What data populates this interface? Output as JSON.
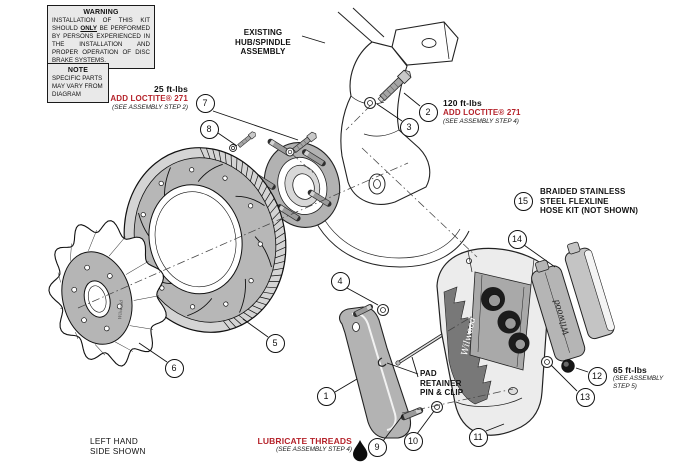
{
  "colors": {
    "accent_red": "#b5232b",
    "line": "#1a1a1a",
    "part_gray": "#b5b5b5",
    "box_bg": "#e9e9e9"
  },
  "brand": "Wilwood",
  "warning_box": {
    "title": "WARNING",
    "body_pre": "INSTALLATION OF THIS KIT SHOULD ",
    "body_bold": "ONLY",
    "body_post": " BE PERFORMED BY PERSONS EXPERIENCED IN THE INSTALLATION AND PROPER OPERATION OF DISC BRAKE SYSTEMS."
  },
  "note_box": {
    "title": "NOTE",
    "body": "SPECIFIC PARTS MAY VARY FROM DIAGRAM"
  },
  "labels": {
    "hub_spindle": {
      "line1": "EXISTING",
      "line2": "HUB/SPINDLE",
      "line3": "ASSEMBLY"
    },
    "torque_25": {
      "torque": "25 ft-lbs",
      "loctite": "ADD LOCTITE® 271",
      "step": "(SEE ASSEMBLY STEP 2)"
    },
    "torque_120": {
      "torque": "120 ft-lbs",
      "loctite": "ADD LOCTITE® 271",
      "step": "(SEE ASSEMBLY STEP 4)"
    },
    "torque_65": {
      "torque": "65 ft-lbs",
      "step": "(SEE ASSEMBLY STEP 5)"
    },
    "hose_kit": {
      "line1": "BRAIDED STAINLESS",
      "line2": "STEEL FLEXLINE",
      "line3": "HOSE KIT (NOT SHOWN)"
    },
    "pad_retainer": {
      "line1": "PAD",
      "line2": "RETAINER",
      "line3": "PIN & CLIP"
    },
    "lubricate": {
      "text": "LUBRICATE THREADS",
      "step": "(SEE ASSEMBLY STEP 4)"
    },
    "left_hand": {
      "line1": "LEFT HAND",
      "line2": "SIDE SHOWN"
    }
  },
  "callouts": {
    "c1": "1",
    "c2": "2",
    "c3": "3",
    "c4": "4",
    "c5": "5",
    "c6": "6",
    "c7": "7",
    "c8": "8",
    "c9": "9",
    "c10": "10",
    "c11": "11",
    "c12": "12",
    "c13": "13",
    "c14": "14",
    "c15": "15"
  }
}
